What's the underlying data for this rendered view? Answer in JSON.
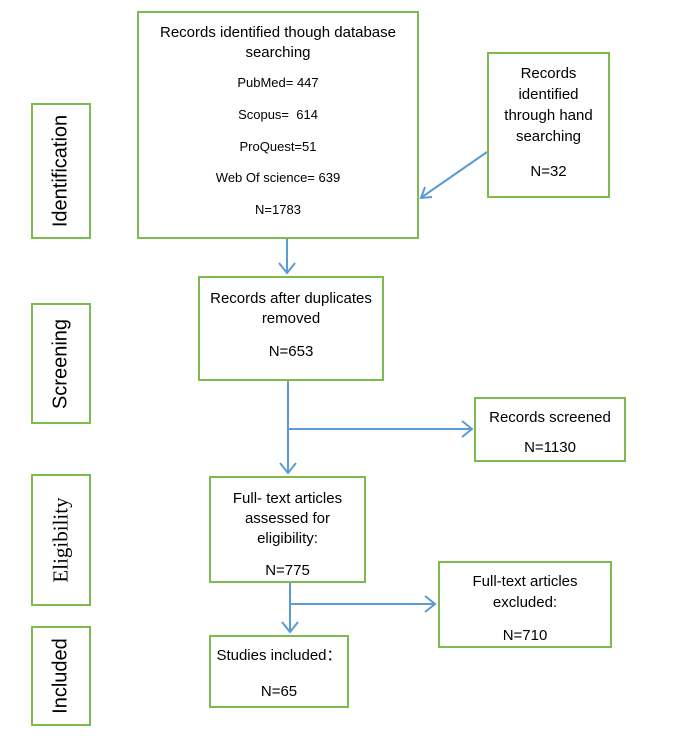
{
  "stages": {
    "identification": "Identification",
    "screening": "Screening",
    "eligibility": "Eligibility",
    "included": "Included"
  },
  "database_box": {
    "title_line1": "Records identified though database",
    "title_line2": "searching",
    "pubmed": "PubMed= 447",
    "scopus": "Scopus=  614",
    "proquest": "ProQuest=51",
    "wos": "Web Of science= 639",
    "total": "N=1783"
  },
  "hand_box": {
    "line1": "Records",
    "line2": "identified",
    "line3": "through hand",
    "line4": "searching",
    "count": "N=32"
  },
  "dedup_box": {
    "line1": "Records after duplicates",
    "line2": "removed",
    "count": "N=653"
  },
  "screened_box": {
    "line1": "Records screened",
    "count": "N=1130"
  },
  "fulltext_box": {
    "line1": "Full- text articles",
    "line2": "assessed for",
    "line3": "eligibility:",
    "count": "N=775"
  },
  "excluded_box": {
    "line1": "Full-text articles",
    "line2": "excluded:",
    "count": "N=710"
  },
  "included_box": {
    "line1": "Studies included：",
    "count": "N=65"
  },
  "colors": {
    "box_border": "#7dbb4e",
    "arrow": "#5b9bd5"
  }
}
